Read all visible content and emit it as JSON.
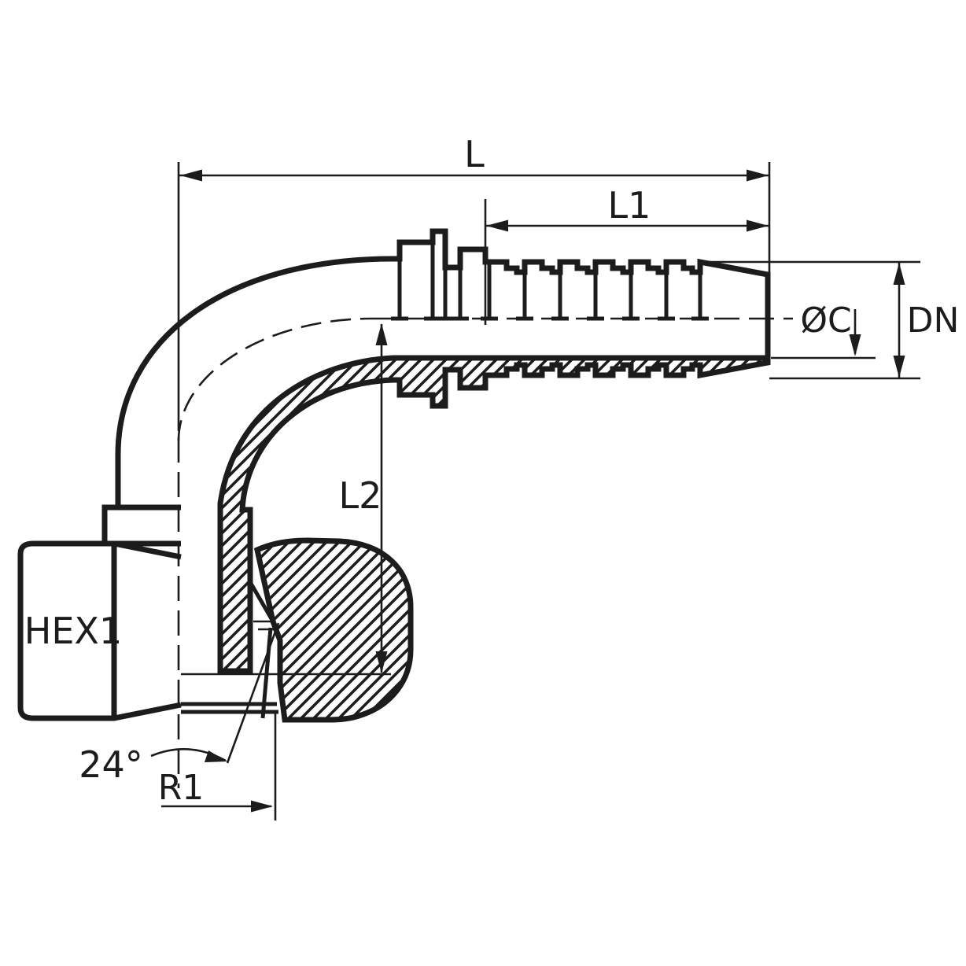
{
  "drawing": {
    "background": "#ffffff",
    "line_color": "#1c1c1c",
    "dimensions": {
      "overall_length": {
        "label": "L"
      },
      "tail_length": {
        "label": "L1"
      },
      "drop_height": {
        "label": "L2"
      },
      "hose_bore": {
        "label": "ØC"
      },
      "nominal_bore": {
        "label": "DN"
      },
      "hex_flats": {
        "label": "HEX1"
      },
      "seat_angle": {
        "label": "24°"
      },
      "bend_radius": {
        "label": "R1"
      }
    }
  }
}
